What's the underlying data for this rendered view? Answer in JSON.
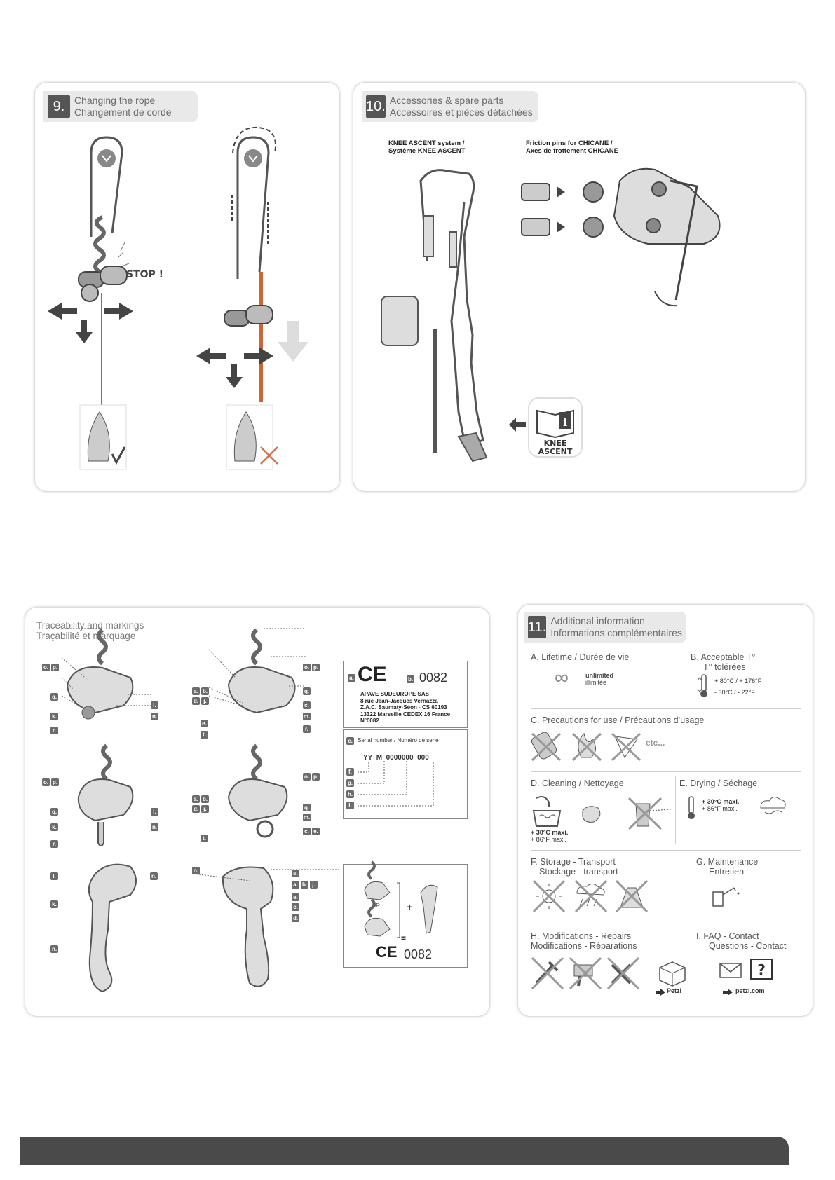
{
  "section9": {
    "number": "9.",
    "title_en": "Changing the rope",
    "title_fr": "Changement de corde",
    "stop_label": "STOP !"
  },
  "section10": {
    "number": "10.",
    "title_en": "Accessories & spare parts",
    "title_fr": "Accessoires et pièces détachées",
    "knee_label_1": "KNEE ASCENT system /",
    "knee_label_2": "Système KNEE ASCENT",
    "friction_label_1": "Friction pins for CHICANE /",
    "friction_label_2": "Axes de frottement CHICANE",
    "manual_label_1": "KNEE",
    "manual_label_2": "ASCENT"
  },
  "traceability": {
    "title_en": "Traceability and markings",
    "title_fr": "Traçabilité et marquage",
    "ce_number": "0082",
    "apave_lines": [
      "APAVE SUDEUROPE SAS",
      "8 rue Jean-Jacques Vernazza",
      "Z.A.C. Saumaty-Séon - CS 60193",
      "13322 Marseille CEDEX 16 France",
      "N°0082"
    ],
    "serial_label": "Serial number / Numéro de serie",
    "serial_format": "YY  M  0000000  000",
    "or_label": "OR",
    "plus_label": "+",
    "equals_label": "=",
    "ce_number_bottom": "0082",
    "tag_a": "a.",
    "tag_b": "b.",
    "tag_e": "e.",
    "tags": {
      "o": "o.",
      "p": "p.",
      "q": "q.",
      "k": "k.",
      "r": "r.",
      "l": "l.",
      "n": "n.",
      "a": "a.",
      "b": "b.",
      "d": "d.",
      "j": "j.",
      "e": "e.",
      "t": "t.",
      "c": "c.",
      "m": "m.",
      "s": "s.",
      "f": "f.",
      "g": "g.",
      "h": "h.",
      "i": "i."
    }
  },
  "section11": {
    "number": "11.",
    "title_en": "Additional information",
    "title_fr": "Informations complémentaires",
    "a_title": "A. Lifetime / Durée de vie",
    "a_unlimited": "unlimited",
    "a_illimitee": "illimitée",
    "b_title_1": "B. Acceptable T°",
    "b_title_2": "T° tolérées",
    "b_hot": "+ 80°C / + 176°F",
    "b_cold": "- 30°C / - 22°F",
    "c_title": "C. Precautions for use / Précautions d’usage",
    "c_etc": "etc...",
    "d_title": "D. Cleaning / Nettoyage",
    "d_temp_1": "+ 30°C maxi.",
    "d_temp_2": "+ 86°F maxi.",
    "e_title": "E. Drying / Séchage",
    "e_temp_1": "+ 30°C maxi.",
    "e_temp_2": "+ 86°F maxi.",
    "f_title_1": "F. Storage - Transport",
    "f_title_2": "Stockage - transport",
    "g_title_1": "G. Maintenance",
    "g_title_2": "Entretien",
    "h_title_1": "H. Modifications - Repairs",
    "h_title_2": "Modifications - Réparations",
    "h_link": "Petzl",
    "i_title_1": "I. FAQ - Contact",
    "i_title_2": "Questions - Contact",
    "i_link": "petzl.com"
  },
  "colors": {
    "accent_rope": "#c8663a",
    "dark": "#555555",
    "cross": "#d0744a",
    "footer": "#4a4a4a"
  }
}
